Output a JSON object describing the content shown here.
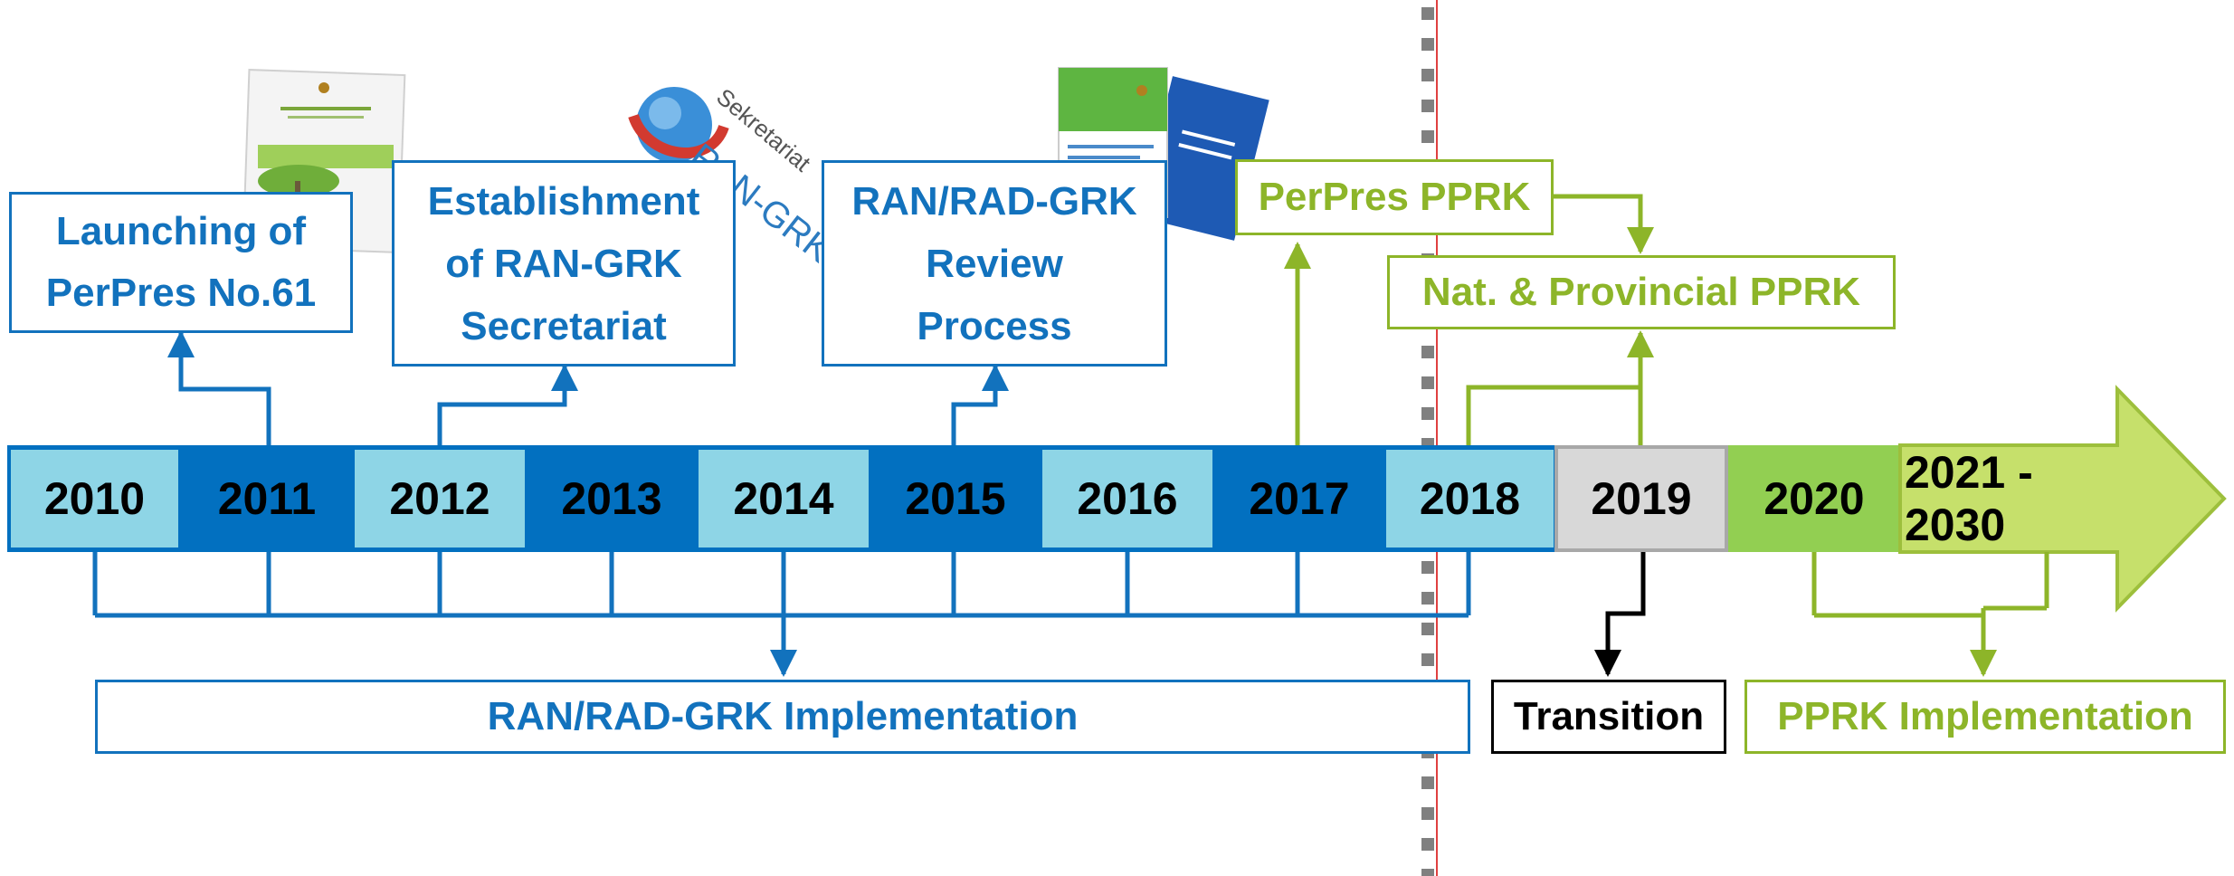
{
  "colors": {
    "dark_blue": "#0270C0",
    "light_blue": "#8ED5E6",
    "gray": "#D8D8D8",
    "green": "#92CF52",
    "light_green": "#C6E06B",
    "blue_text": "#1272BD",
    "green_text": "#8DB529"
  },
  "years": [
    "2010",
    "2011",
    "2012",
    "2013",
    "2014",
    "2015",
    "2016",
    "2017",
    "2018",
    "2019",
    "2020",
    "2021 - 2030"
  ],
  "milestones": {
    "launch_line1": "Launching of",
    "launch_line2": "PerPres No.61",
    "secretariat_line1": "Establishment",
    "secretariat_line2": "of RAN-GRK",
    "secretariat_line3": "Secretariat",
    "review_line1": "RAN/RAD-GRK",
    "review_line2": "Review",
    "review_line3": "Process",
    "perpres_pprk": "PerPres PPRK",
    "nat_prov_pprk": "Nat. & Provincial PPRK"
  },
  "phases": {
    "implementation": "RAN/RAD-GRK Implementation",
    "transition": "Transition",
    "pprk_implementation": "PPRK Implementation"
  },
  "logo": {
    "word1": "Sekretariat",
    "word2": "RAN-GRK"
  },
  "icons": [
    "document-cover-icon",
    "globe-logo-icon",
    "report-covers-icon"
  ]
}
